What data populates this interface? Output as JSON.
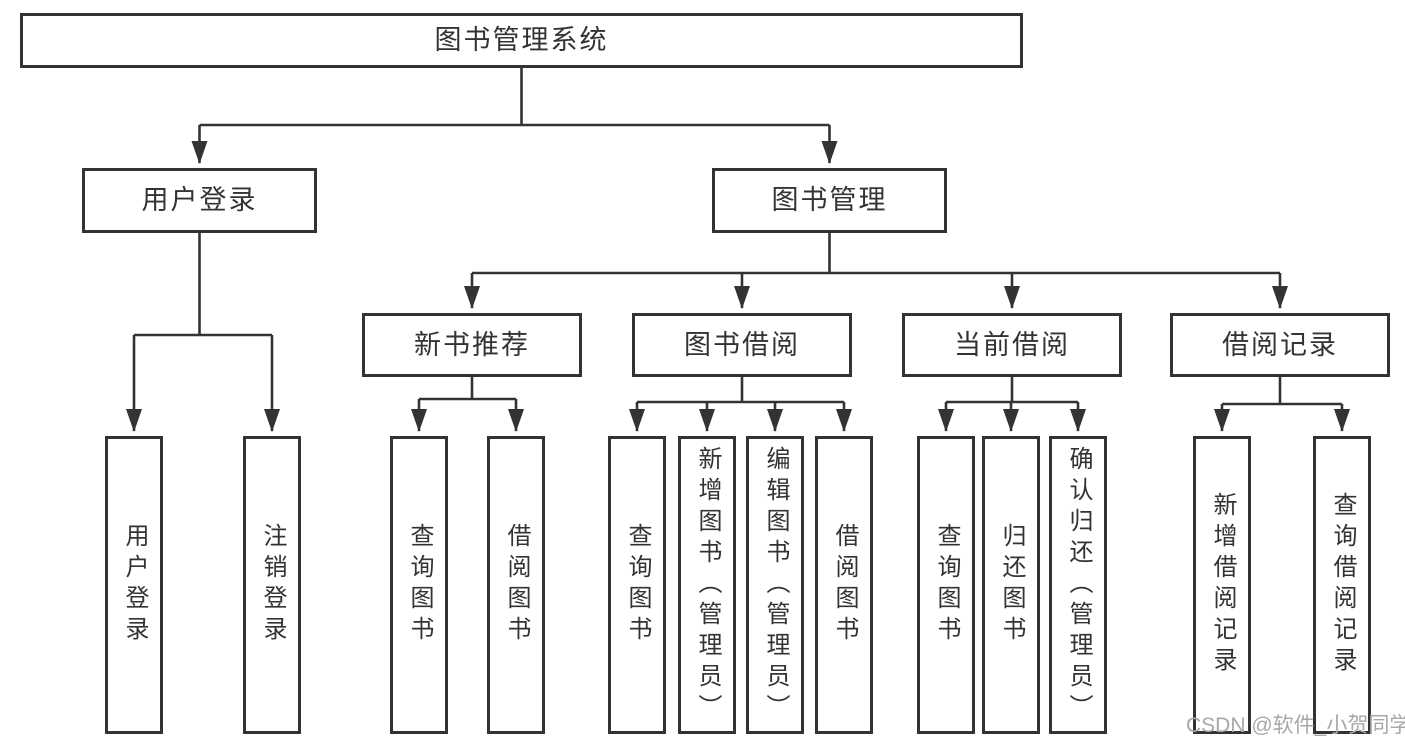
{
  "diagram": {
    "root": {
      "label": "图书管理系统"
    },
    "level2": [
      {
        "label": "用户登录"
      },
      {
        "label": "图书管理"
      }
    ],
    "level3": [
      {
        "label": "新书推荐"
      },
      {
        "label": "图书借阅"
      },
      {
        "label": "当前借阅"
      },
      {
        "label": "借阅记录"
      }
    ],
    "leaves": [
      {
        "label": "用户登录"
      },
      {
        "label": "注销登录"
      },
      {
        "label": "查询图书"
      },
      {
        "label": "借阅图书"
      },
      {
        "label": "查询图书"
      },
      {
        "label": "新增图书（管理员）"
      },
      {
        "label": "编辑图书（管理员）"
      },
      {
        "label": "借阅图书"
      },
      {
        "label": "查询图书"
      },
      {
        "label": "归还图书"
      },
      {
        "label": "确认归还（管理员）"
      },
      {
        "label": "新增借阅记录"
      },
      {
        "label": "查询借阅记录"
      }
    ],
    "colors": {
      "line": "#333333",
      "text": "#333333",
      "box_fill": "#ffffff",
      "watermark": "#a8a8a8",
      "background": "#ffffff"
    },
    "watermark": "CSDN @软件_小贺同学"
  }
}
